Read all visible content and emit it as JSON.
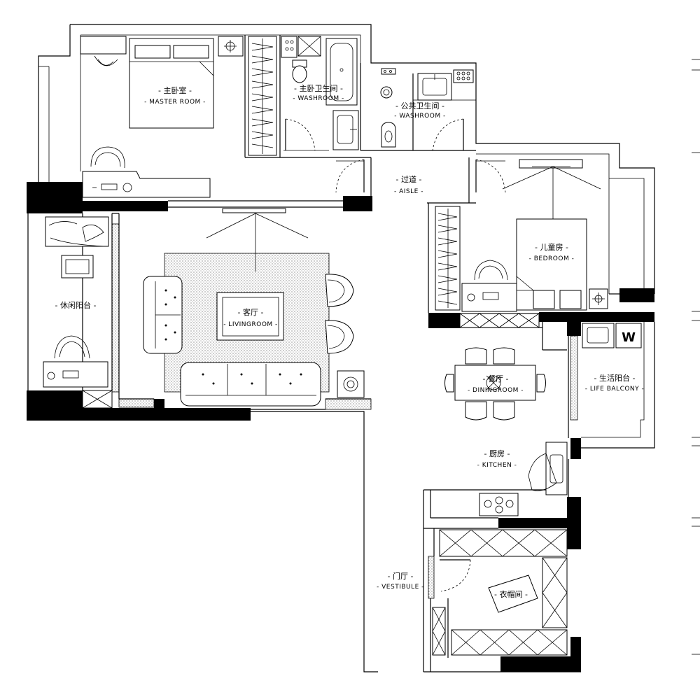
{
  "rooms": {
    "master_room": {
      "cn": "- 主卧室 -",
      "en": "- MASTER ROOM -"
    },
    "master_bath": {
      "cn": "- 主卧卫生间 -",
      "en": "- WASHROOM -"
    },
    "public_bath": {
      "cn": "- 公共卫生间 -",
      "en": "- WASHROOM -"
    },
    "aisle": {
      "cn": "- 过道 -",
      "en": "- AISLE -"
    },
    "bedroom": {
      "cn": "- 儿童房 -",
      "en": "- BEDROOM -"
    },
    "leisure_balcony": {
      "cn": "- 休闲阳台 -"
    },
    "living_room": {
      "cn": "- 客厅 -",
      "en": "- LIVINGROOM -"
    },
    "dining_room": {
      "cn": "- 餐厅 -",
      "en": "- DININGROOM -"
    },
    "life_balcony": {
      "cn": "- 生活阳台 -",
      "en": "- LIFE BALCONY -"
    },
    "kitchen": {
      "cn": "- 厨房 -",
      "en": "- KITCHEN -"
    },
    "vestibule": {
      "cn": "- 门厅 -",
      "en": "- VESTIBULE -"
    },
    "cloakroom": {
      "cn": "- 衣帽间 -"
    }
  },
  "appliance_w": "W"
}
